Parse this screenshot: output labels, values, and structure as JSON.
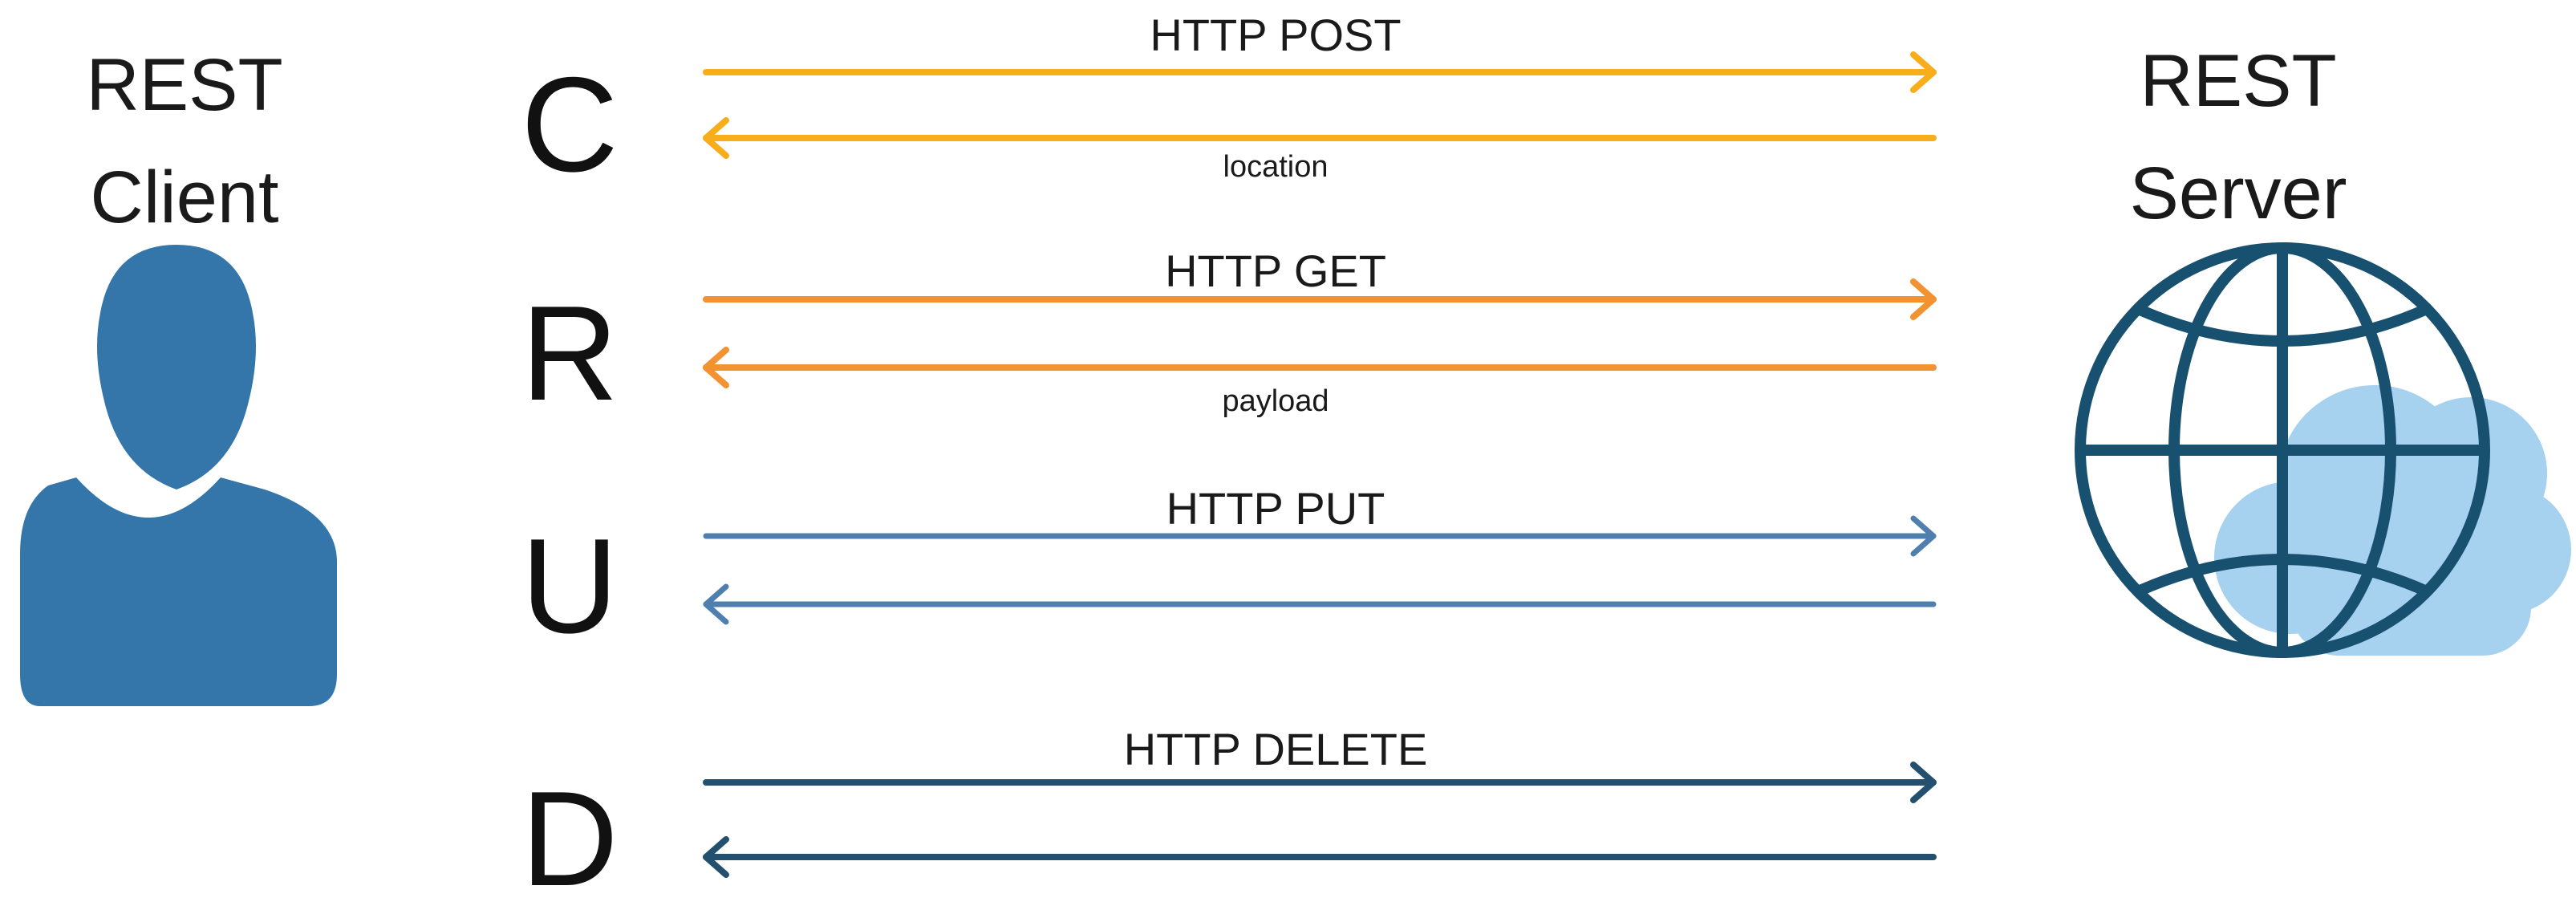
{
  "client": {
    "line1": "REST",
    "line2": "Client",
    "icon": "user-icon"
  },
  "server": {
    "line1": "REST",
    "line2": "Server",
    "icon": "globe-cloud-icon"
  },
  "operations": [
    {
      "letter": "C",
      "request": "HTTP POST",
      "response": "location",
      "color": "#f7ae1a"
    },
    {
      "letter": "R",
      "request": "HTTP GET",
      "response": "payload",
      "color": "#f39231"
    },
    {
      "letter": "U",
      "request": "HTTP PUT",
      "response": "",
      "color": "#4f7fae"
    },
    {
      "letter": "D",
      "request": "HTTP DELETE",
      "response": "",
      "color": "#23506f"
    }
  ],
  "colors": {
    "user": "#3476a9",
    "globe": "#18506f",
    "cloud": "#a6d1ef"
  }
}
